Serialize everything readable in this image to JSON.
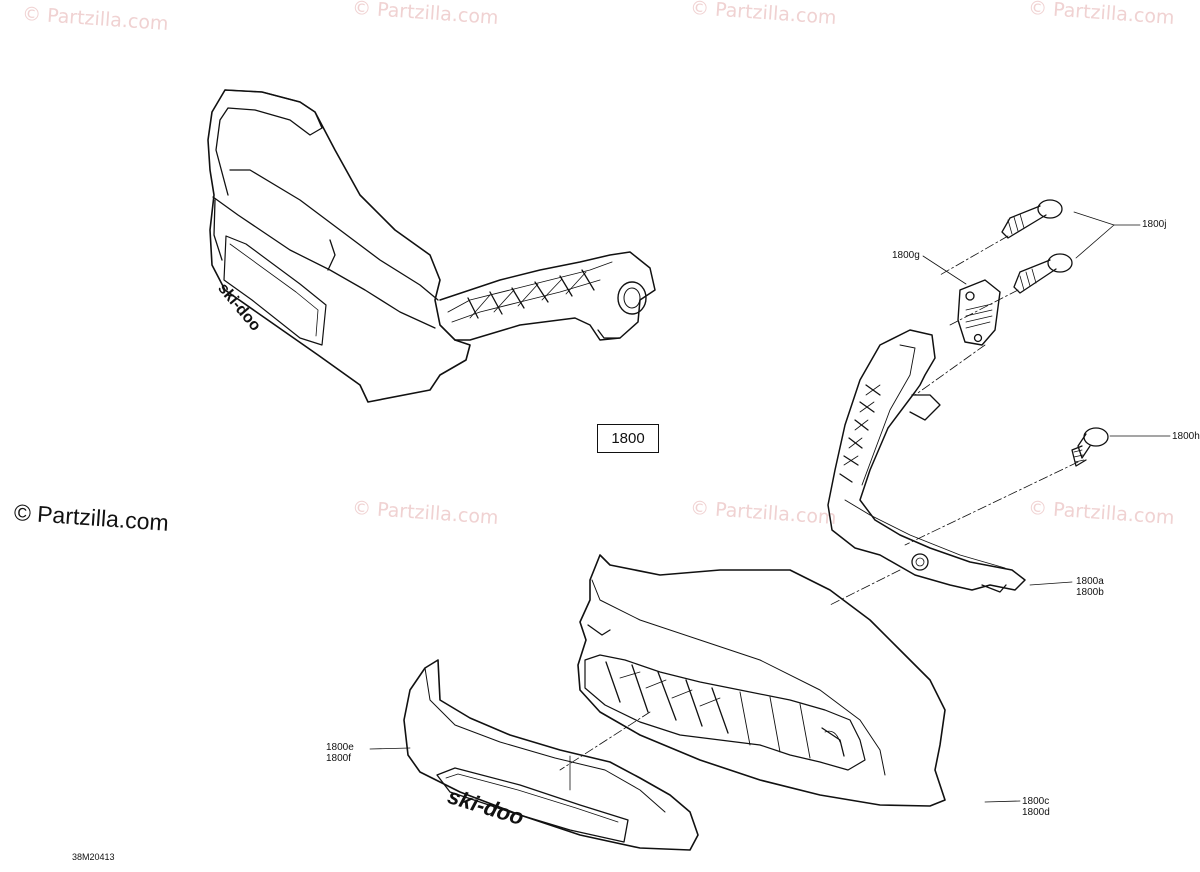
{
  "watermark": "© Partzilla.com",
  "brand": "© Partzilla.com",
  "ref_box": "1800",
  "drawing_code": "38M20413",
  "callouts": {
    "j": "1800j",
    "g": "1800g",
    "h": "1800h",
    "a": "1800a",
    "b": "1800b",
    "c": "1800c",
    "d": "1800d",
    "e": "1800e",
    "f": "1800f"
  },
  "logo_text": "ski-doo"
}
